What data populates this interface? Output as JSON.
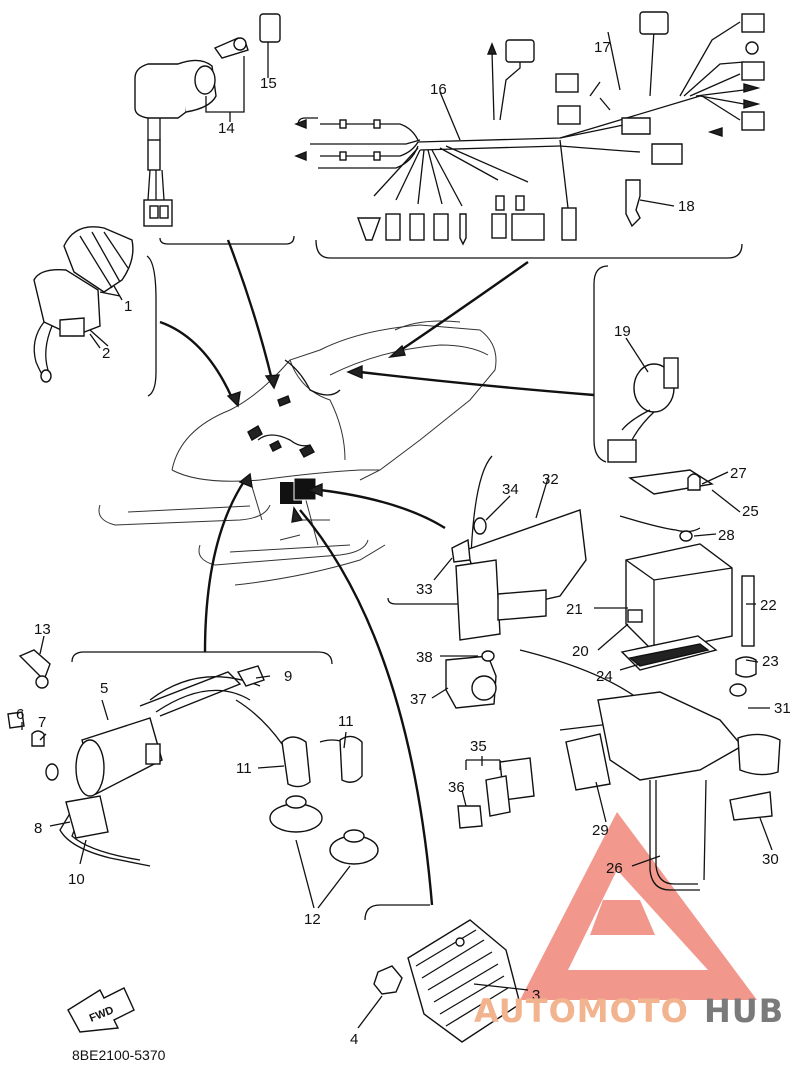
{
  "diagram": {
    "callouts": [
      {
        "id": "1",
        "text": "1"
      },
      {
        "id": "2",
        "text": "2"
      },
      {
        "id": "3",
        "text": "3"
      },
      {
        "id": "4",
        "text": "4"
      },
      {
        "id": "5",
        "text": "5"
      },
      {
        "id": "6",
        "text": "6"
      },
      {
        "id": "7",
        "text": "7"
      },
      {
        "id": "8",
        "text": "8"
      },
      {
        "id": "9",
        "text": "9"
      },
      {
        "id": "10",
        "text": "10"
      },
      {
        "id": "11a",
        "text": "11"
      },
      {
        "id": "11b",
        "text": "11"
      },
      {
        "id": "12",
        "text": "12"
      },
      {
        "id": "13",
        "text": "13"
      },
      {
        "id": "14",
        "text": "14"
      },
      {
        "id": "15",
        "text": "15"
      },
      {
        "id": "16",
        "text": "16"
      },
      {
        "id": "17",
        "text": "17"
      },
      {
        "id": "18",
        "text": "18"
      },
      {
        "id": "19",
        "text": "19"
      },
      {
        "id": "20",
        "text": "20"
      },
      {
        "id": "21",
        "text": "21"
      },
      {
        "id": "22",
        "text": "22"
      },
      {
        "id": "23",
        "text": "23"
      },
      {
        "id": "24",
        "text": "24"
      },
      {
        "id": "25",
        "text": "25"
      },
      {
        "id": "26",
        "text": "26"
      },
      {
        "id": "27",
        "text": "27"
      },
      {
        "id": "28",
        "text": "28"
      },
      {
        "id": "29",
        "text": "29"
      },
      {
        "id": "30",
        "text": "30"
      },
      {
        "id": "31",
        "text": "31"
      },
      {
        "id": "32",
        "text": "32"
      },
      {
        "id": "33",
        "text": "33"
      },
      {
        "id": "34",
        "text": "34"
      },
      {
        "id": "35",
        "text": "35"
      },
      {
        "id": "36",
        "text": "36"
      },
      {
        "id": "37",
        "text": "37"
      },
      {
        "id": "38",
        "text": "38"
      }
    ],
    "fwd_label": "FWD",
    "diagram_code": "8BE2100-5370"
  },
  "watermark": {
    "part1": "AUTOMOTO",
    "part2": "HUB",
    "color_primary": "#e8432f",
    "color_secondary": "#7a7a7a"
  }
}
